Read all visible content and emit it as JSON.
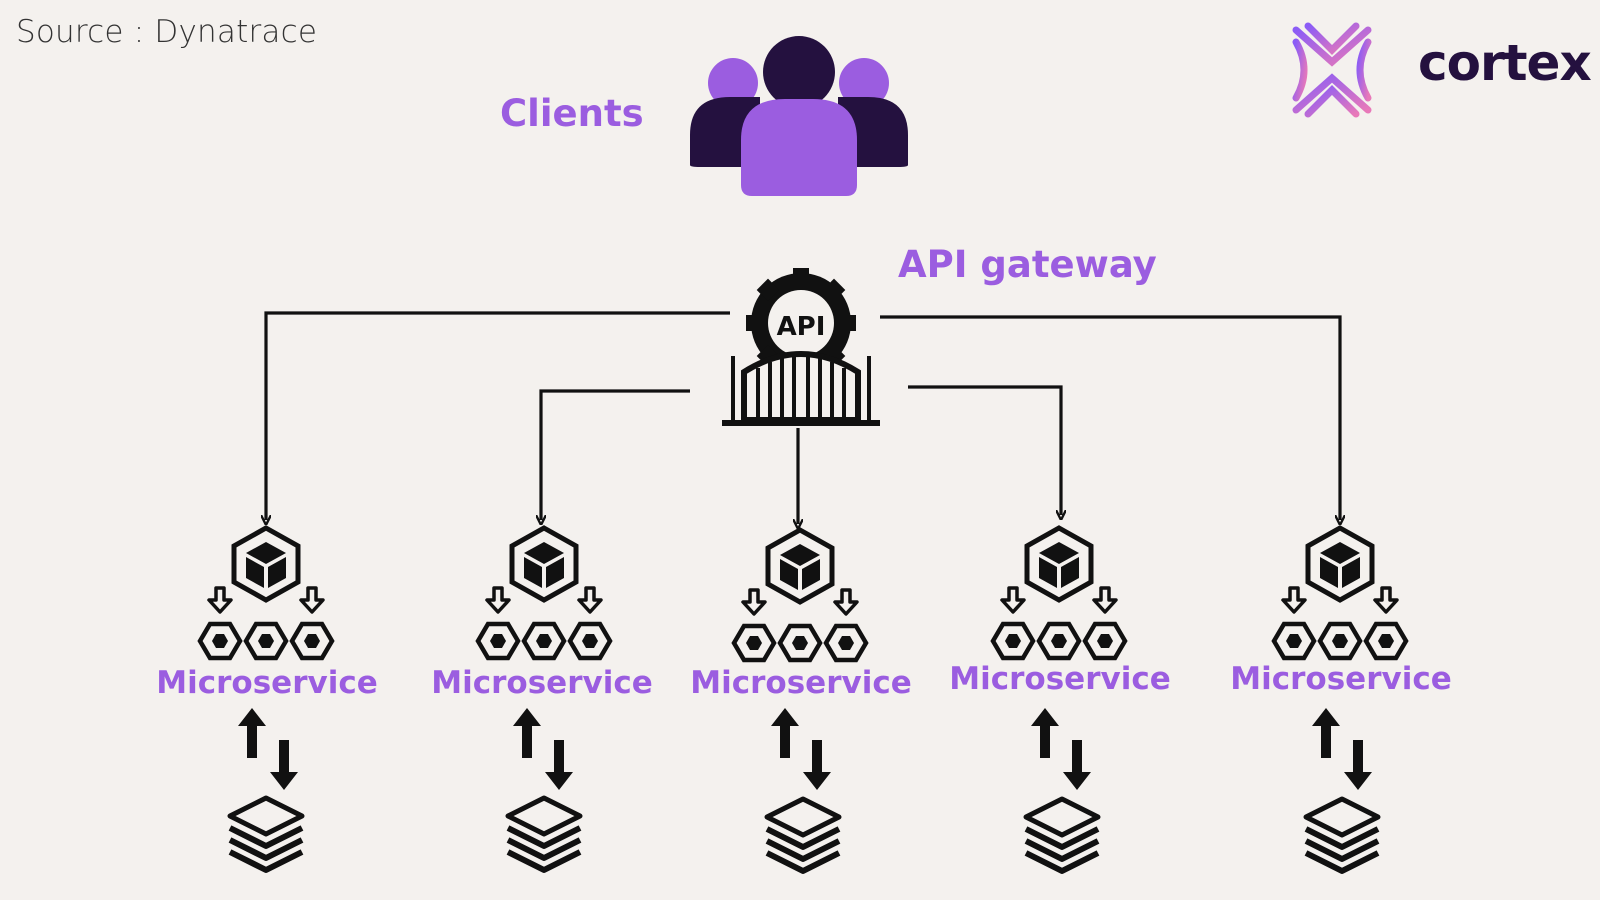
{
  "source_text": "Source : Dynatrace",
  "logo": {
    "text": "cortex"
  },
  "clients": {
    "label": "Clients"
  },
  "api_gateway": {
    "label": "API gateway",
    "icon_text": "API"
  },
  "microservices": [
    {
      "label": "Microservice"
    },
    {
      "label": "Microservice"
    },
    {
      "label": "Microservice"
    },
    {
      "label": "Microservice"
    },
    {
      "label": "Microservice"
    }
  ],
  "colors": {
    "background": "#f4f1ee",
    "accent_purple": "#9b5de0",
    "dark_purple": "#24113f",
    "icon_black": "#111111"
  }
}
